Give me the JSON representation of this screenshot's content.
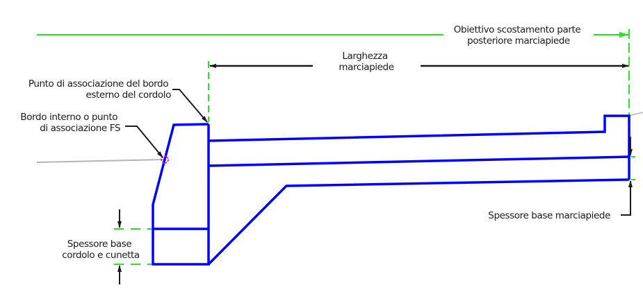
{
  "colors": {
    "profile": "#0000ff",
    "dimension": "#22e822",
    "leader": "#1a1a1a",
    "ground": "#b4b4b4",
    "marker": "#e020e0"
  },
  "labels": {
    "back_offset": [
      "Obiettivo scostamento parte",
      "posteriore marciapiede"
    ],
    "sidewalk_width": [
      "Larghezza",
      "marciapiede"
    ],
    "curb_outer_point": [
      "Punto di associazione del bordo",
      "esterno del cordolo"
    ],
    "inner_edge_point": [
      "Bordo interno o punto",
      "di associazione FS"
    ],
    "curb_gutter_base": [
      "Spessore base",
      "cordolo e cunetta"
    ],
    "sidewalk_base": [
      "Spessore base marciapiede"
    ]
  },
  "icons": {
    "attachment_marker": "attachment-point-marker-icon"
  }
}
